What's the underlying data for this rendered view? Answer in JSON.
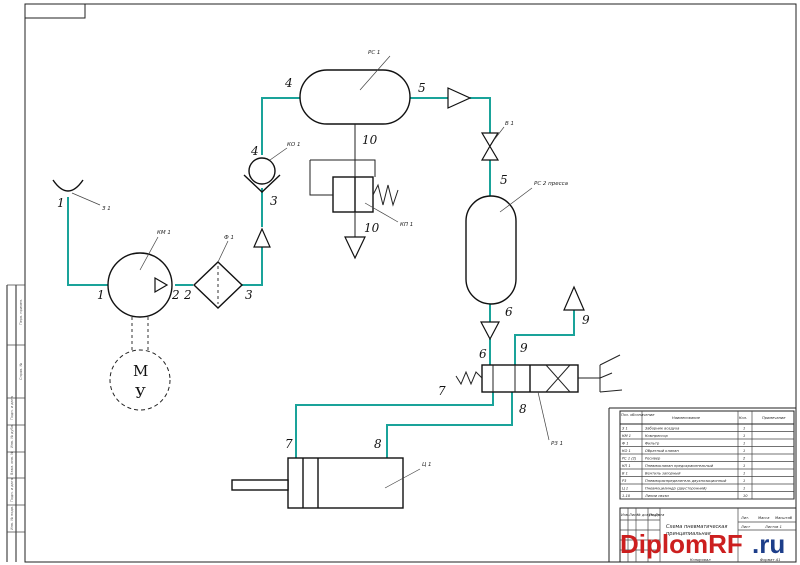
{
  "labels": {
    "tank": "З 1",
    "compressor": "КМ 1",
    "filter": "Ф 1",
    "check_valve": "КО 1",
    "receiver": "РС 1",
    "valve": "В 1",
    "press_receiver": "РС 2 пресса",
    "relief_valve": "КП 1",
    "distributor": "Р3 1",
    "cylinder": "Ц 1",
    "motor_top": "М",
    "motor_bottom": "У"
  },
  "numbers": {
    "n1_tank": "1",
    "n1_comp": "1",
    "n2_comp": "2",
    "n2_filt": "2",
    "n3_filt": "3",
    "n3_check": "3",
    "n4_check": "4",
    "n4_recv": "4",
    "n5_recv": "5",
    "n5_press": "5",
    "n10_recv": "10",
    "n10_relief": "10",
    "n6_press": "6",
    "n6_dist": "6",
    "n9_dist": "9",
    "n9_exh": "9",
    "n7_dist": "7",
    "n7_cyl": "7",
    "n8_dist": "8",
    "n8_cyl": "8"
  },
  "spec_table": {
    "headers": [
      "Поз. обозначение",
      "Наименование",
      "Кол.",
      "Примечание"
    ],
    "rows": [
      {
        "pos": "З 1",
        "name": "Заборник воздуха",
        "qty": "1"
      },
      {
        "pos": "КМ 1",
        "name": "Компрессор",
        "qty": "1"
      },
      {
        "pos": "Ф 1",
        "name": "Фильтр",
        "qty": "1"
      },
      {
        "pos": "КО 1",
        "name": "Обратный клапан",
        "qty": "1"
      },
      {
        "pos": "РС 1 (2)",
        "name": "Ресивер",
        "qty": "2"
      },
      {
        "pos": "КП 1",
        "name": "Пневмоклапан предохранительный",
        "qty": "1"
      },
      {
        "pos": "В 1",
        "name": "Вентиль запорный",
        "qty": "1"
      },
      {
        "pos": "Р3",
        "name": "Пневмораспределитель двухпозиционный",
        "qty": "1"
      },
      {
        "pos": "Ц 1",
        "name": "Пневмоцилиндр (двусторонний)",
        "qty": "1"
      },
      {
        "pos": "1-10",
        "name": "Линии связи",
        "qty": "10"
      }
    ]
  },
  "title_block": {
    "title_line1": "Схема пневматическая",
    "title_line2": "принципиальная",
    "stamp_cols": [
      "Лит.",
      "Масса",
      "Масштаб"
    ],
    "sheet": "Лист",
    "sheets": "Листов 1",
    "sign_cols": [
      "Изм.",
      "Лист",
      "№ докум.",
      "Подп.",
      "Дата"
    ],
    "copied": "Копировал",
    "format": "Формат А1"
  },
  "side_strip": [
    "Перв. примен.",
    "Справ. №",
    "Подп. и дата",
    "Инв. № дубл.",
    "Взам. инв. №",
    "Подп. и дата",
    "Инв. № подл."
  ],
  "watermark": {
    "part1": "DiplomRF",
    "part2": ".ru"
  }
}
